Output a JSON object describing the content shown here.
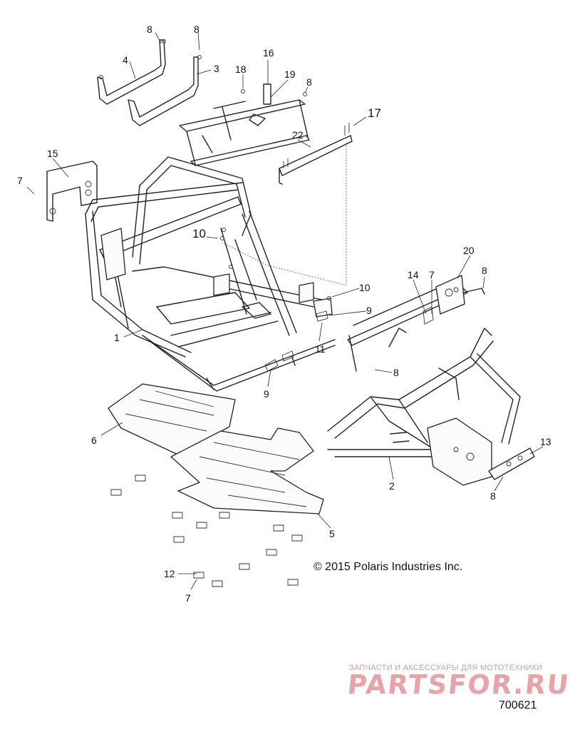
{
  "callouts": [
    "8",
    "8",
    "4",
    "3",
    "16",
    "18",
    "19",
    "8",
    "17",
    "22",
    "15",
    "7",
    "10",
    "10",
    "9",
    "11",
    "1",
    "9",
    "20",
    "14",
    "7",
    "8",
    "8",
    "6",
    "2",
    "13",
    "8",
    "5",
    "12",
    "7"
  ],
  "copyright": "© 2015 Polaris Industries Inc.",
  "watermark": {
    "subtitle": "ЗАПЧАСТИ И АКСЕССУАРЫ ДЛЯ МОТОТЕХНИКИ",
    "logo": "PARTSFOR.RU"
  },
  "drawing_number": "700621"
}
